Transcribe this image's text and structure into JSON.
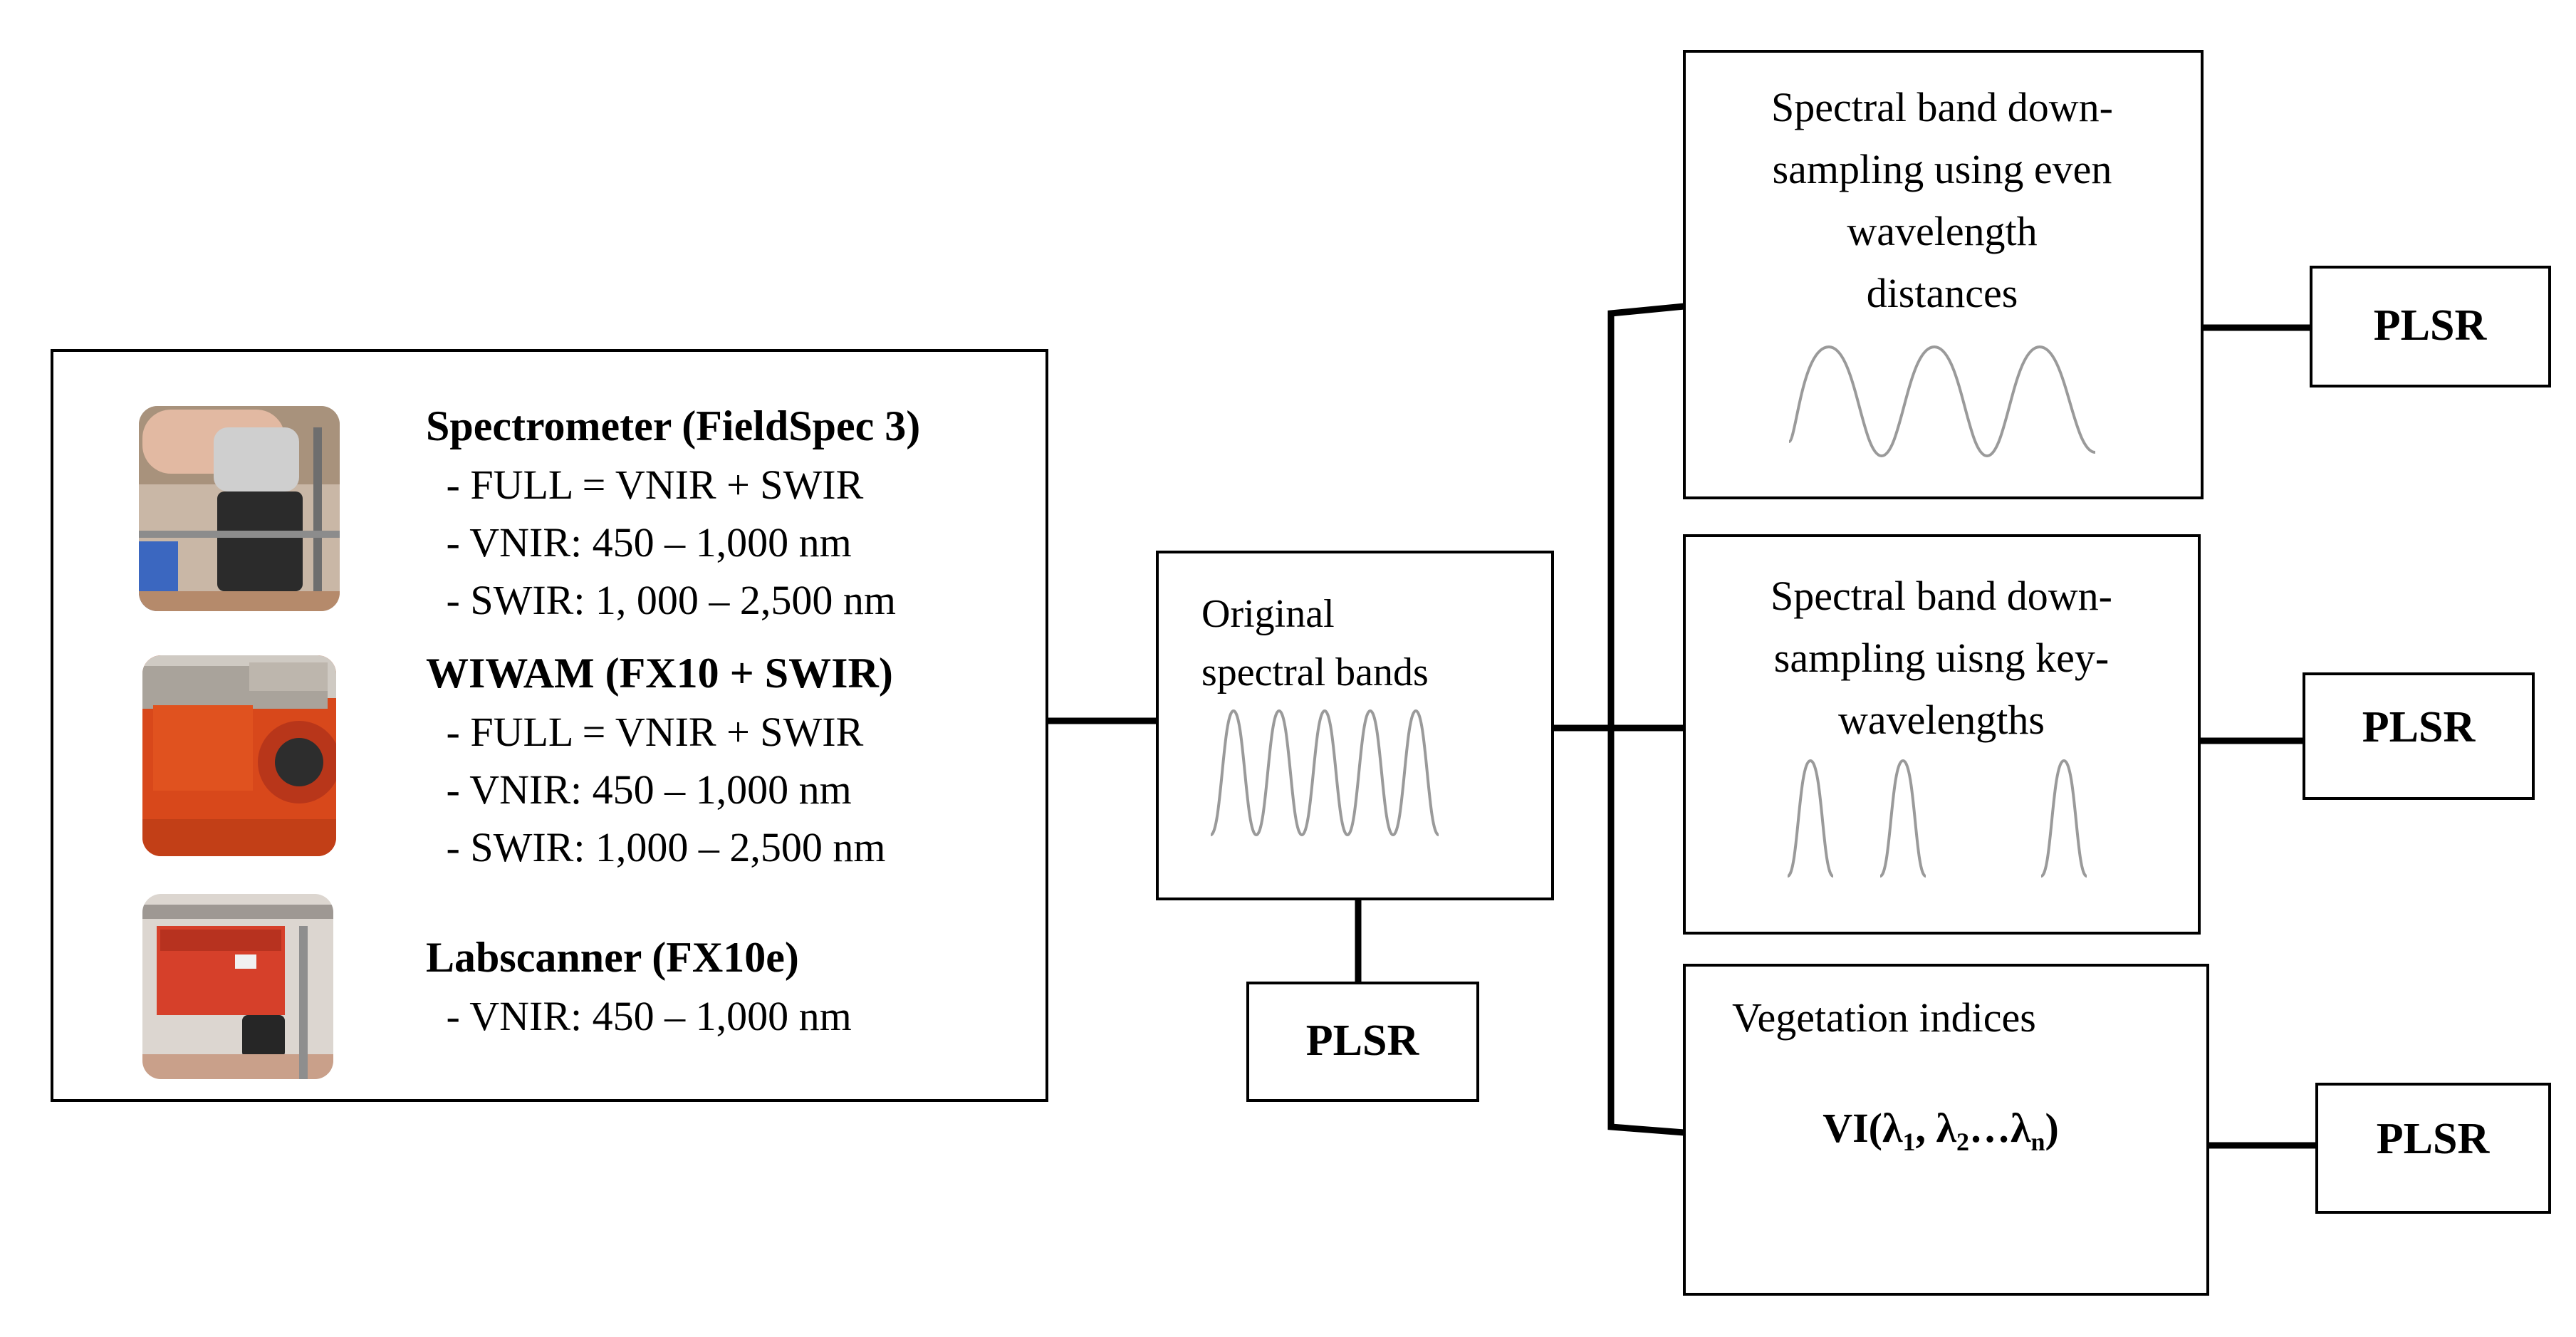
{
  "sensors_box": {
    "sensors": [
      {
        "icon": "spectrometer-photo",
        "name": "Spectrometer (FieldSpec 3)",
        "specs": [
          " - FULL = VNIR + SWIR",
          " - VNIR: 450 – 1,000 nm",
          " - SWIR: 1, 000 – 2,500 nm"
        ]
      },
      {
        "icon": "wiwam-camera-photo",
        "name": "WIWAM (FX10 + SWIR)",
        "specs": [
          " - FULL = VNIR + SWIR",
          " - VNIR: 450 – 1,000 nm",
          " - SWIR: 1,000 – 2,500 nm"
        ]
      },
      {
        "icon": "labscanner-photo",
        "name": "Labscanner (FX10e)",
        "specs": [
          " - VNIR: 450 – 1,000 nm"
        ]
      }
    ]
  },
  "original_box": {
    "lines": [
      "Original",
      "spectral bands"
    ]
  },
  "even_box": {
    "lines": [
      "Spectral band down-",
      "sampling using even",
      "wavelength",
      "distances"
    ]
  },
  "key_box": {
    "lines": [
      "Spectral band down-",
      "sampling uisng key-",
      "wavelengths"
    ]
  },
  "vi_box": {
    "title": "Vegetation indices",
    "formula": {
      "prefix": "VI(λ",
      "sub1": "1",
      "sep1": ", λ",
      "sub2": "2",
      "sep2": "…λ",
      "subn": "n",
      "suffix": ")"
    }
  },
  "plsr": {
    "label": "PLSR"
  },
  "colors": {
    "stroke": "#000000",
    "curve": "#9a9a9a",
    "background": "#ffffff"
  }
}
